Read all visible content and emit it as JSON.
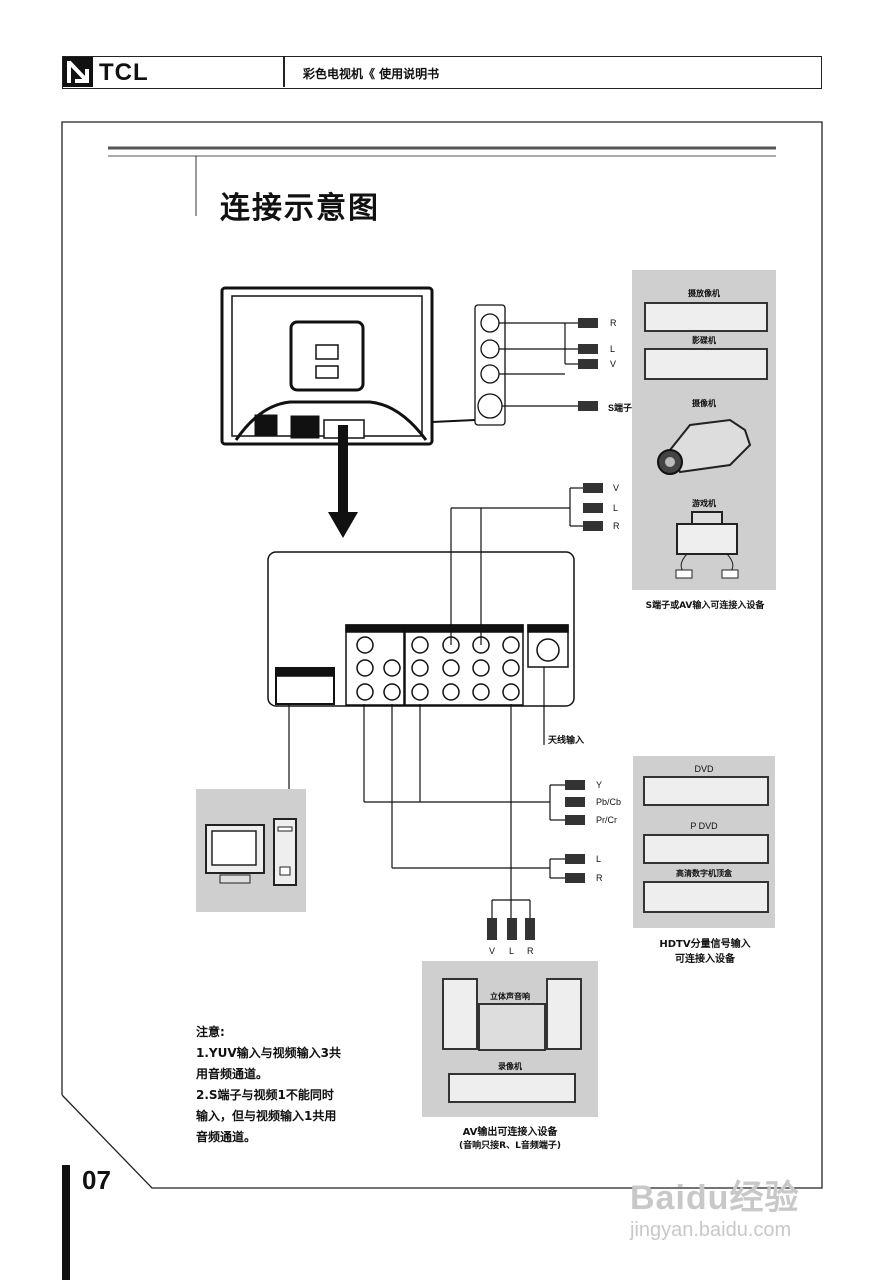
{
  "header": {
    "brand": "TCL",
    "manual_title": "彩色电视机《 使用说明书"
  },
  "page_title": "连接示意图",
  "tv_side_panel": {
    "labels": [
      "R",
      "L",
      "V",
      "S端子"
    ]
  },
  "side_devices": {
    "items": [
      "摄放像机",
      "影碟机",
      "摄像机",
      "游戏机"
    ],
    "caption": "S端子或AV输入可连接入设备"
  },
  "av_cable_labels": [
    "V",
    "L",
    "R"
  ],
  "antenna_label": "天线输入",
  "component_cable_labels": [
    "Y",
    "Pb/Cb",
    "Pr/Cr"
  ],
  "audio_cable_labels": [
    "L",
    "R"
  ],
  "hdtv_devices": {
    "items": [
      "DVD",
      "P DVD",
      "高清数字机顶盒"
    ],
    "caption_line1": "HDTV分量信号输入",
    "caption_line2": "可连接入设备"
  },
  "bottom_plugs": [
    "V",
    "L",
    "R"
  ],
  "av_out_devices": {
    "items": [
      "立体声音响",
      "录像机"
    ],
    "caption_line1": "AV输出可连接入设备",
    "caption_line2": "(音响只接R、L音频端子)"
  },
  "notes": {
    "heading": "注意:",
    "lines": [
      "1.YUV输入与视频输入3共",
      "用音频通道。",
      "2.S端子与视频1不能同时",
      "输入，但与视频输入1共用",
      "音频通道。"
    ]
  },
  "page_number": "07",
  "watermark": {
    "line1": "Baidu经验",
    "line2": "jingyan.baidu.com"
  }
}
